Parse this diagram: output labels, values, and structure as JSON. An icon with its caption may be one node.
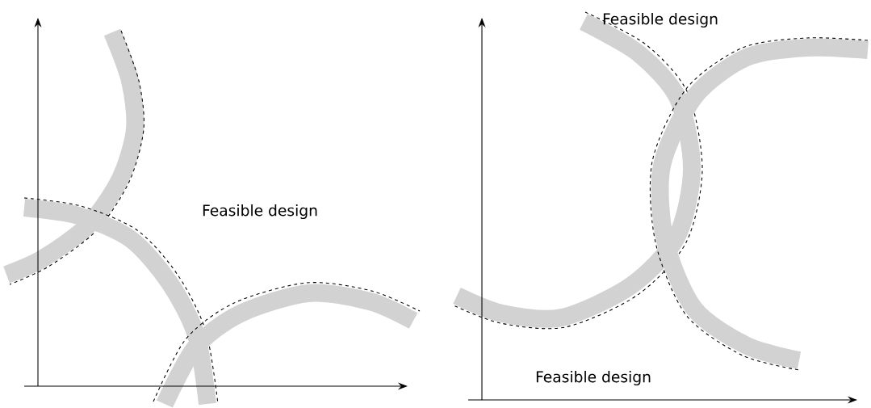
{
  "diagram": {
    "labels": [
      "Feasible design",
      "Feasible design",
      "Feasible design"
    ]
  }
}
